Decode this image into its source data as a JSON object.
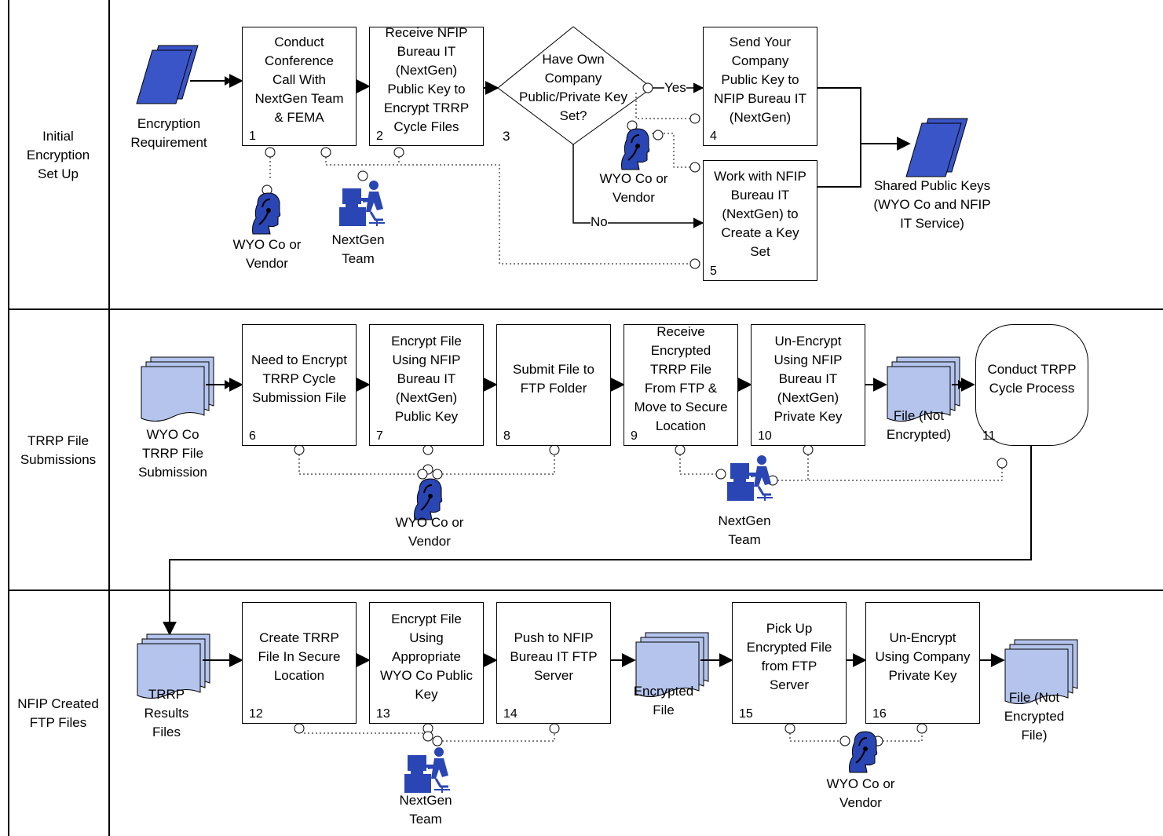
{
  "lanes": [
    {
      "label": "Initial\nEncryption\nSet Up"
    },
    {
      "label": "TRRP File\nSubmissions"
    },
    {
      "label": "NFIP Created\nFTP Files"
    }
  ],
  "steps": [
    {
      "num": "1",
      "text": "Conduct\nConference\nCall With\nNextGen Team\n& FEMA"
    },
    {
      "num": "2",
      "text": "Receive NFIP\nBureau IT\n(NextGen)\nPublic Key to\nEncrypt TRRP\nCycle Files"
    },
    {
      "num": "3",
      "text": "Have Own\nCompany\nPublic/Private Key\nSet?"
    },
    {
      "num": "4",
      "text": "Send Your\nCompany\nPublic Key to\nNFIP Bureau IT\n(NextGen)"
    },
    {
      "num": "5",
      "text": "Work with NFIP\nBureau IT\n(NextGen) to\nCreate a Key\nSet"
    },
    {
      "num": "6",
      "text": "Need to Encrypt\nTRRP Cycle\nSubmission File"
    },
    {
      "num": "7",
      "text": "Encrypt File\nUsing NFIP\nBureau IT\n(NextGen)\nPublic Key"
    },
    {
      "num": "8",
      "text": "Submit File to\nFTP Folder"
    },
    {
      "num": "9",
      "text": "Receive\nEncrypted\nTRRP File\nFrom FTP &\nMove to Secure\nLocation"
    },
    {
      "num": "10",
      "text": "Un-Encrypt\nUsing NFIP\nBureau IT\n(NextGen)\nPrivate Key"
    },
    {
      "num": "11",
      "text": "Conduct TRPP\nCycle Process"
    },
    {
      "num": "12",
      "text": "Create TRRP\nFile In Secure\nLocation"
    },
    {
      "num": "13",
      "text": "Encrypt File\nUsing\nAppropriate\nWYO Co Public\nKey"
    },
    {
      "num": "14",
      "text": "Push to NFIP\nBureau IT FTP\nServer"
    },
    {
      "num": "15",
      "text": "Pick Up\nEncrypted File\nfrom FTP\nServer"
    },
    {
      "num": "16",
      "text": "Un-Encrypt\nUsing Company\nPrivate Key"
    }
  ],
  "documents": {
    "encryption_requirement": "Encryption\nRequirement",
    "shared_public_keys": "Shared Public Keys\n(WYO Co and NFIP\nIT Service)",
    "wyo_submission": "WYO Co\nTRRP File\nSubmission",
    "file_not_encrypted_1": "File (Not\nEncrypted)",
    "trrp_results": "TRRP\nResults\nFiles",
    "encrypted_file": "Encrypted\nFile",
    "file_not_encrypted_2": "File (Not\nEncrypted\nFile)"
  },
  "roles": {
    "wyo_1": "WYO Co or\nVendor",
    "nextgen_1": "NextGen\nTeam",
    "wyo_2": "WYO Co or\nVendor",
    "wyo_3": "WYO Co or\nVendor",
    "nextgen_2": "NextGen\nTeam",
    "nextgen_3": "NextGen\nTeam",
    "wyo_4": "WYO Co or\nVendor"
  },
  "branches": {
    "yes": "Yes",
    "no": "No"
  },
  "colors": {
    "doc_dark": "#3a55c8",
    "doc_light": "#b4c4ec",
    "person": "#2a46b4"
  }
}
